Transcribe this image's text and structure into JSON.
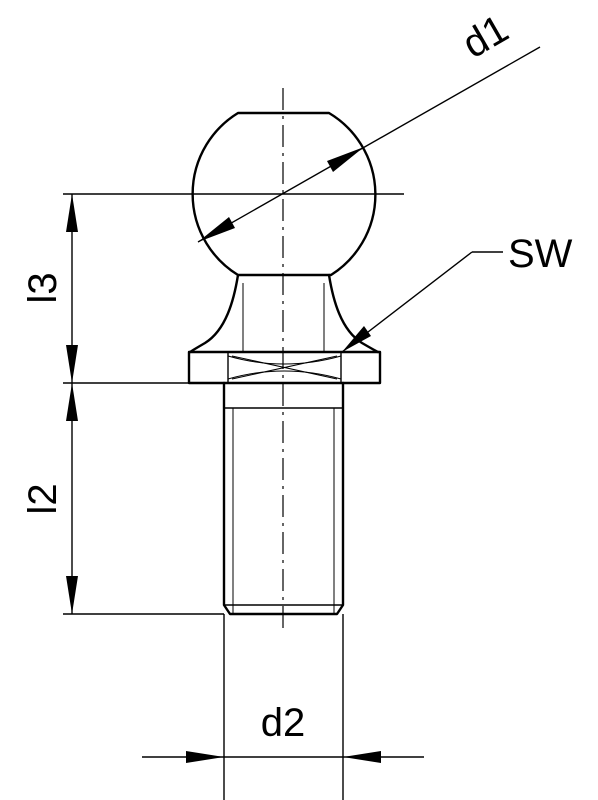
{
  "labels": {
    "d1": "d1",
    "d2": "d2",
    "sw": "SW",
    "l2": "l2",
    "l3": "l3"
  }
}
